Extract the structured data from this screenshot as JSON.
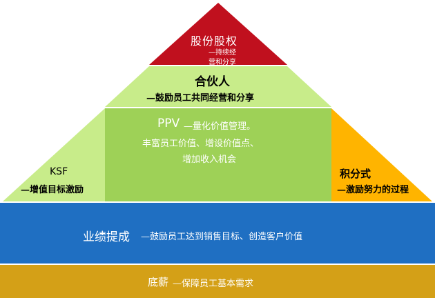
{
  "diagram": {
    "top": {
      "title": "股份股权",
      "sub_line1": "—持续经",
      "sub_line2": "营和分享"
    },
    "partner": {
      "title": "合伙人",
      "sub": "—鼓励员工共同经营和分享"
    },
    "ppv": {
      "title": "PPV",
      "sub_line1": "—量化价值管理。",
      "sub_line2": "丰富员工价值、增设价值点、",
      "sub_line3": "增加收入机会"
    },
    "ksf": {
      "title": "KSF",
      "sub": "—增值目标激励"
    },
    "points": {
      "title": "积分式",
      "sub": "—激励努力的过程"
    },
    "performance": {
      "title": "业绩提成",
      "sub": "—鼓励员工达到销售目标、创造客户价值"
    },
    "base": {
      "title": "底薪",
      "sub": "—保障员工基本需求"
    }
  },
  "colors": {
    "top_red": "#c0101e",
    "light_green": "#c8ec8a",
    "mid_green": "#9ed157",
    "orange": "#ffb400",
    "blue": "#1f6fc2",
    "gold": "#d4a017"
  }
}
